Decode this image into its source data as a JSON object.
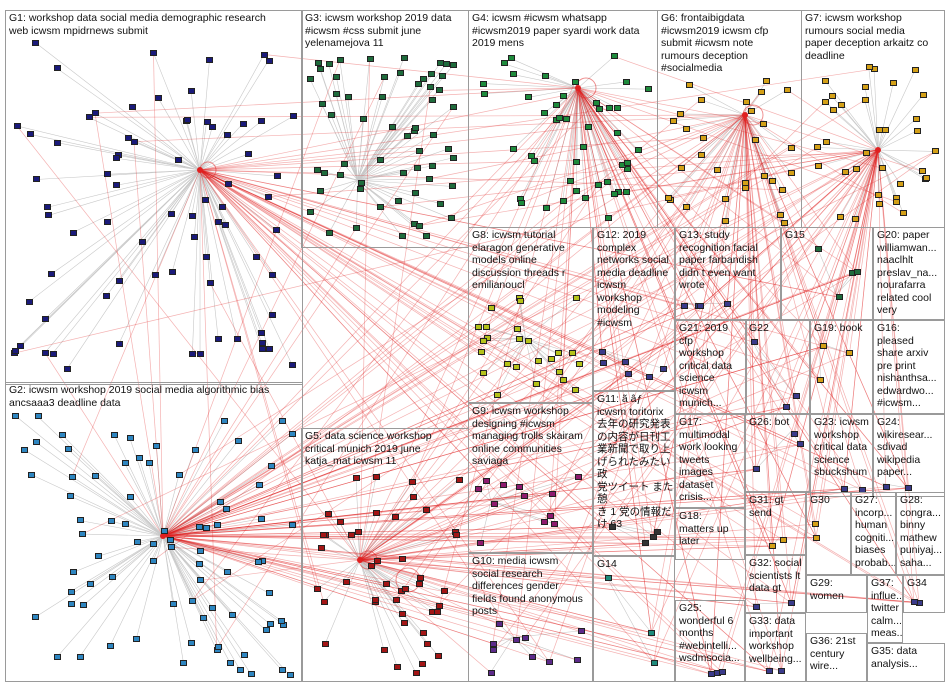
{
  "groups": [
    {
      "id": "G1",
      "text": "G1: workshop data social media demographic research\nweb icwsm mpidrnews submit",
      "color": "#1a1a7a"
    },
    {
      "id": "G2",
      "text": "G2: icwsm workshop 2019 social media algorithmic bias\nancsaaa3 deadline data",
      "color": "#2e86c1"
    },
    {
      "id": "G3",
      "text": "G3: icwsm workshop 2019 data\n#icwsm #css submit june\nyelenamejova 11",
      "color": "#1e6b3c"
    },
    {
      "id": "G4",
      "text": "G4: icwsm #icwsm whatsapp\n#icwsm2019 paper syardi work data\n2019 mens",
      "color": "#1e8b3c"
    },
    {
      "id": "G5",
      "text": "G5: data science workshop\ncritical munich 2019 june\nkatja_mat icwsm 11",
      "color": "#a31515"
    },
    {
      "id": "G6",
      "text": "G6: frontaibigdata\n#icwsm2019 icwsm cfp\nsubmit #icwsm note\nrumours deception\n#socialmedia",
      "color": "#d4a017"
    },
    {
      "id": "G7",
      "text": "G7: icwsm workshop\nrumours social media\npaper deception arkaitz co\ndeadline",
      "color": "#d4a017"
    },
    {
      "id": "G8",
      "text": "G8: icwsm tutorial\nelaragon generative\nmodels online\ndiscussion threads r\nemilianoucl",
      "color": "#b5c21a"
    },
    {
      "id": "G9",
      "text": "G9: icwsm workshop\ndesigning #icwsm\nmanaging trolls skairam\nonline communities\nsaviaga",
      "color": "#8e1a6e"
    },
    {
      "id": "G10",
      "text": "G10: media icwsm\nsocial research\ndifferences gender\nfields found anonymous\nposts",
      "color": "#5c2a8a"
    },
    {
      "id": "G11",
      "text": "G11: ã âƒ\nicwsm toritorix\n去年の研究発表\nの内容が日刊工\n業新聞で取り上\nげられたみたい 政\n党ツイート また憩\nき 1 党の情報だ\nけ 63",
      "color": "#333333"
    },
    {
      "id": "G12",
      "text": "G12: 2019\ncomplex\nnetworks social\nmedia deadline\nicwsm\nworkshop\nmodeling\n#icwsm",
      "color": "#3a3a8a"
    },
    {
      "id": "G13",
      "text": "G13: study\nrecognition facial\npaper farbandish\ndidn t even want\nwrote",
      "color": "#3a3a8a"
    },
    {
      "id": "G14",
      "text": "G14",
      "color": "#1e8b7c"
    },
    {
      "id": "G15",
      "text": "G15",
      "color": "#1e6b3c"
    },
    {
      "id": "G16",
      "text": "G16:\npleased\nshare arxiv\npre print\nnishanthsa...\nedwardwo...\n#icwsm...",
      "color": "#3a3a8a"
    },
    {
      "id": "G17",
      "text": "G17:\nmultimodal\nwork looking\ntweets\nimages\ndataset\ncrisis...",
      "color": "#3a3a8a"
    },
    {
      "id": "G18",
      "text": "G18:\nmatters up\nlater",
      "color": "#3a3a8a"
    },
    {
      "id": "G19",
      "text": "G19: book",
      "color": "#d4a017"
    },
    {
      "id": "G20",
      "text": "G20: paper\nwilliamwan...\nnaaclhlt\npreslav_na...\nnourafarra\nrelated cool\nvery",
      "color": "#1e8b3c"
    },
    {
      "id": "G21",
      "text": "G21: 2019\ncfp\nworkshop\ncritical data\nscience\nicwsm\nmunich...",
      "color": "#5c2a8a"
    },
    {
      "id": "G22",
      "text": "G22",
      "color": "#3a3a8a"
    },
    {
      "id": "G23",
      "text": "G23: icwsm\nworkshop\ncritical data\nscience\nsbuckshum",
      "color": "#3a3a8a"
    },
    {
      "id": "G24",
      "text": "G24:\nwikiresear...\nsdivad\nwikipedia\npaper...",
      "color": "#3a3a8a"
    },
    {
      "id": "G25",
      "text": "G25:\nwonderful 6\nmonths\n#webintelli...\nwsdmsocia...",
      "color": "#3a3a8a"
    },
    {
      "id": "G26",
      "text": "G26: bot",
      "color": "#3a3a8a"
    },
    {
      "id": "G27",
      "text": "G27:\nincorp...\nhuman\ncogniti...\nbiases\nprobab...",
      "color": "#3a3a8a"
    },
    {
      "id": "G28",
      "text": "G28:\ncongra...\nbinny\nmathew\npuniyaj...\nsaha...",
      "color": "#3a3a8a"
    },
    {
      "id": "G29",
      "text": "G29:\nwomen",
      "color": "#3a3a8a"
    },
    {
      "id": "G30",
      "text": "G30",
      "color": "#d4a017"
    },
    {
      "id": "G31",
      "text": "G31: gt\nsend",
      "color": "#d4a017"
    },
    {
      "id": "G32",
      "text": "G32: social\nscientists lt\ndata gt",
      "color": "#3a3a8a"
    },
    {
      "id": "G33",
      "text": "G33: data\nimportant\nworkshop\nwellbeing...",
      "color": "#3a3a8a"
    },
    {
      "id": "G34",
      "text": "G34",
      "color": "#3a3a8a"
    },
    {
      "id": "G35",
      "text": "G35: data\nanalysis...",
      "color": "#3a3a8a"
    },
    {
      "id": "G36",
      "text": "G36: 21st\ncentury\nwire...",
      "color": "#3a3a8a"
    },
    {
      "id": "G37",
      "text": "G37:\ninflue...\ntwitter\ncalm...\nmeas...",
      "color": "#3a3a8a"
    }
  ],
  "hubs": [
    {
      "group": "G2",
      "color": "#e02020"
    },
    {
      "group": "G1",
      "color": "#e02020"
    },
    {
      "group": "G4",
      "color": "#e02020"
    },
    {
      "group": "G6",
      "color": "#e02020"
    },
    {
      "group": "G7",
      "color": "#e02020"
    },
    {
      "group": "G5",
      "color": "#e02020"
    }
  ],
  "edge_color": "#e02020",
  "faint_edge_color": "#c8c8c8"
}
